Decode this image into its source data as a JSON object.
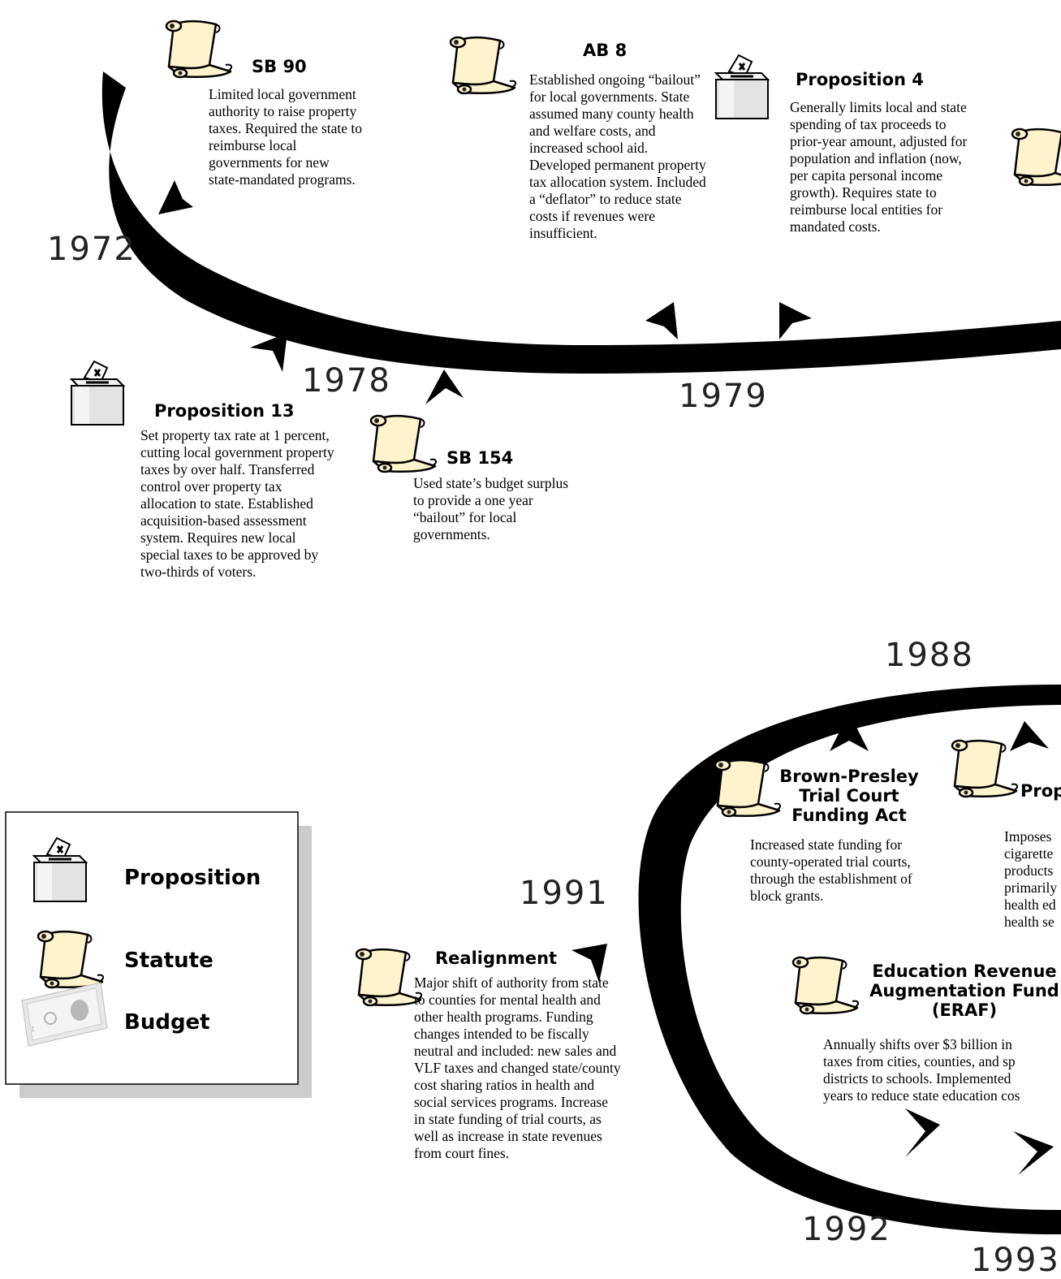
{
  "years": {
    "y1972": "1972",
    "y1978": "1978",
    "y1979": "1979",
    "y1988": "1988",
    "y1991": "1991",
    "y1992": "1992",
    "y1993": "1993"
  },
  "events": {
    "sb90": {
      "type": "statute",
      "title": "SB 90",
      "description": "Limited local government authority to raise property taxes. Required the state to reimburse local governments for new state-mandated programs."
    },
    "ab8": {
      "type": "statute",
      "title": "AB 8",
      "description": "Established ongoing “bailout” for  local governments. State assumed many county health and welfare costs, and increased school aid. Developed permanent property tax allocation system. Included a “deflator” to reduce state costs if revenues were insufficient."
    },
    "prop4": {
      "type": "proposition",
      "title": "Proposition 4",
      "description": "Generally limits local and state spending of tax proceeds to prior-year amount, adjusted for population and inflation (now, per capita personal income growth). Requires state to reimburse local entities for mandated costs."
    },
    "prop13": {
      "type": "proposition",
      "title": "Proposition 13",
      "description": "Set property tax rate at 1 percent, cutting local government property taxes by over half. Transferred control over property tax allocation to state. Established acquisition-based assessment system. Requires new local special taxes to be approved by two-thirds of voters."
    },
    "sb154": {
      "type": "statute",
      "title": "SB 154",
      "description": "Used state’s budget surplus to provide a one year “bailout” for local governments."
    },
    "brownPresley": {
      "type": "statute",
      "title_lines": [
        "Brown-Presley",
        "Trial Court",
        "Funding Act"
      ],
      "description": "Increased state funding for county-operated trial courts, through the establishment of block grants."
    },
    "propCut": {
      "type": "statute",
      "title": "Prop",
      "lines": [
        "Imposes",
        "cigarette",
        "products",
        "primarily",
        "health ed",
        "health se"
      ]
    },
    "eraf": {
      "type": "statute",
      "title_lines": [
        "Education Revenue",
        "Augmentation Fund",
        "(ERAF)"
      ],
      "lines": [
        "Annually shifts over $3 billion in",
        "taxes from cities, counties, and sp",
        "districts to schools. Implemented",
        "years to reduce state education cos"
      ]
    },
    "realignment": {
      "type": "statute",
      "title": "Realignment",
      "description": "Major shift of authority from state to counties for mental health and other health programs. Funding changes intended to be fiscally neutral and included: new sales and VLF taxes and changed state/county cost sharing ratios in health and social services programs. Increase in state funding of trial courts, as well as increase in state revenues from court fines."
    }
  },
  "legend": {
    "items": [
      {
        "label": "Proposition",
        "icon": "ballot-box-icon"
      },
      {
        "label": "Statute",
        "icon": "scroll-icon"
      },
      {
        "label": "Budget",
        "icon": "dollar-bill-icon"
      }
    ]
  },
  "colors": {
    "curve": "#000000",
    "scroll_fill": "#fdf3cc",
    "ballot_fill": "#e0e0e0",
    "legend_shadow": "#cccccc"
  }
}
